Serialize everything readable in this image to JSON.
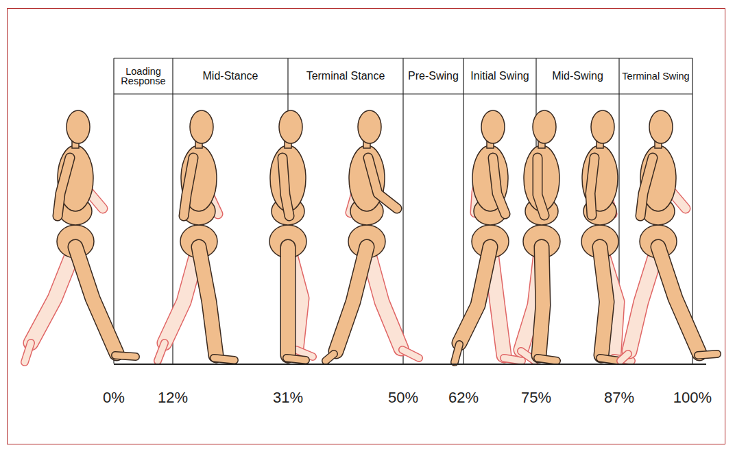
{
  "diagram": {
    "nodes": [
      {
        "text": [
          "Loading Response"
        ]
      },
      {
        "text": [
          "Mid-Stance"
        ]
      },
      {
        "text": [
          "Terminal Stance"
        ]
      },
      {
        "text": [
          "Pre-Swing"
        ]
      },
      {
        "text": [
          "Initial Swing"
        ]
      },
      {
        "text": [
          "Mid-Swing"
        ]
      },
      {
        "text": [
          "Terminal Swing"
        ]
      }
    ],
    "labels": [
      "0%",
      "12%",
      "31%",
      "50%",
      "62%",
      "75%",
      "87%",
      "100%"
    ]
  }
}
